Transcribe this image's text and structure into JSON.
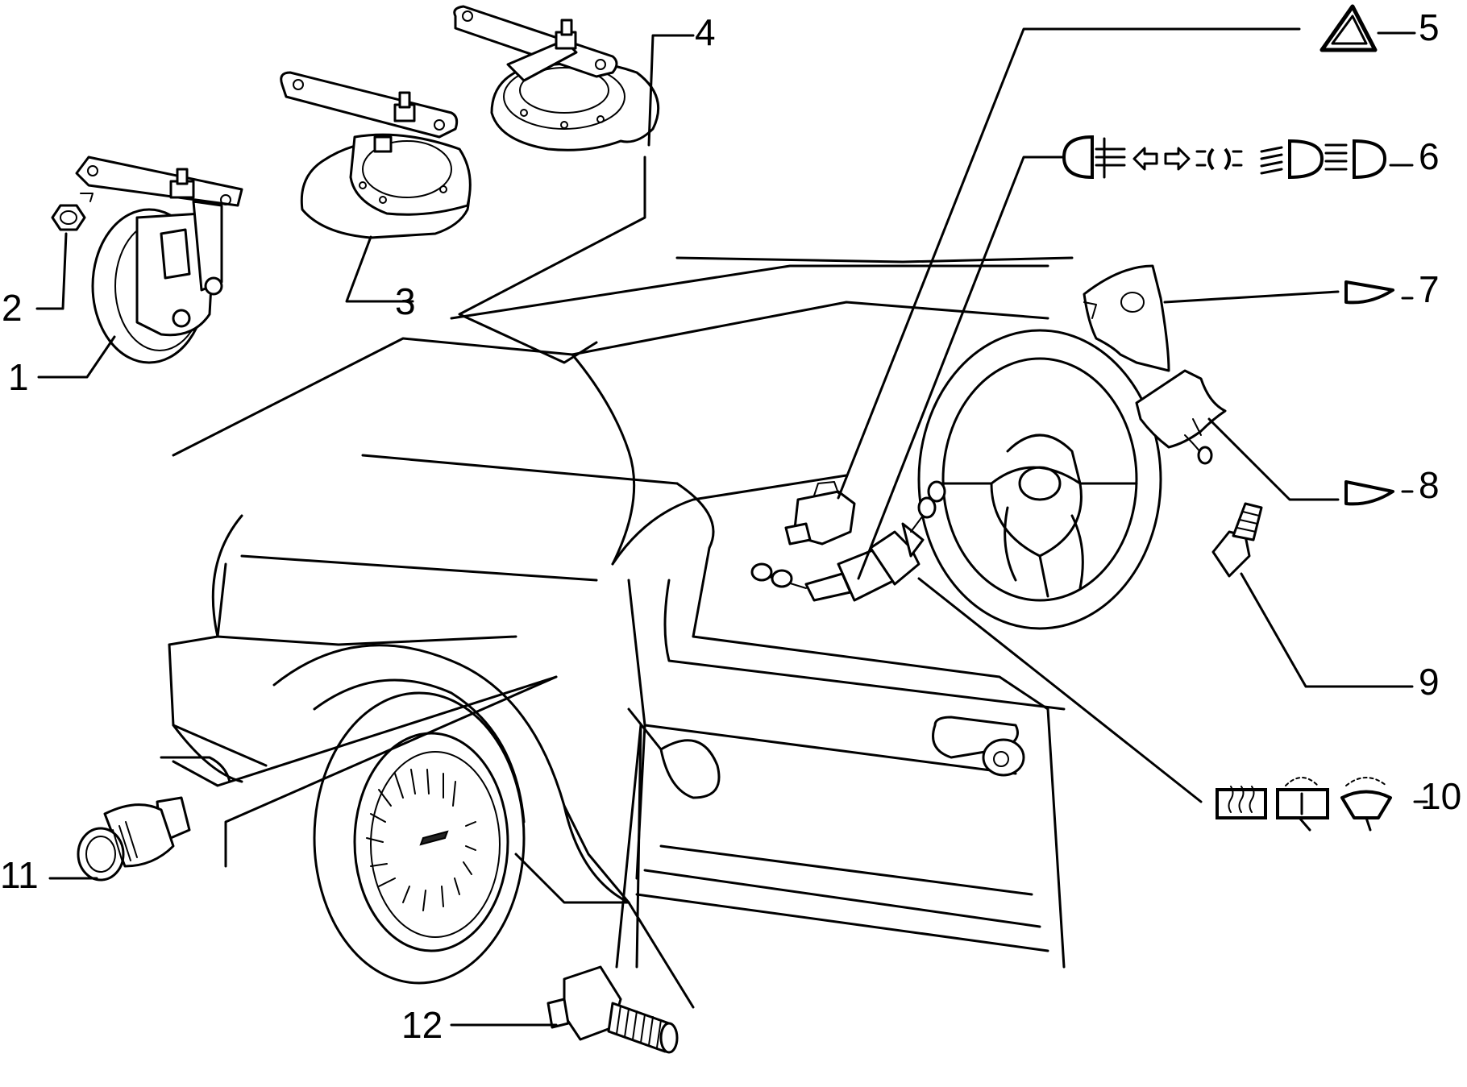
{
  "callouts": [
    {
      "id": "1",
      "label": "1"
    },
    {
      "id": "2",
      "label": "2"
    },
    {
      "id": "3",
      "label": "3"
    },
    {
      "id": "4",
      "label": "4"
    },
    {
      "id": "5",
      "label": "5"
    },
    {
      "id": "6",
      "label": "6"
    },
    {
      "id": "7",
      "label": "7"
    },
    {
      "id": "8",
      "label": "8"
    },
    {
      "id": "9",
      "label": "9"
    },
    {
      "id": "10",
      "label": "10"
    },
    {
      "id": "11",
      "label": "11"
    },
    {
      "id": "12",
      "label": "12"
    }
  ],
  "symbols": {
    "5": [
      "hazard-triangle"
    ],
    "6": [
      "fog-light",
      "turn-indicators",
      "parking-lights",
      "dipped-beam",
      "main-beam"
    ],
    "7": [
      "horn"
    ],
    "8": [
      "horn"
    ],
    "10": [
      "rear-window-defrost",
      "rear-wiper-washer",
      "windscreen-wiper-washer"
    ]
  },
  "colors": {
    "line": "#000000",
    "background": "#ffffff"
  }
}
